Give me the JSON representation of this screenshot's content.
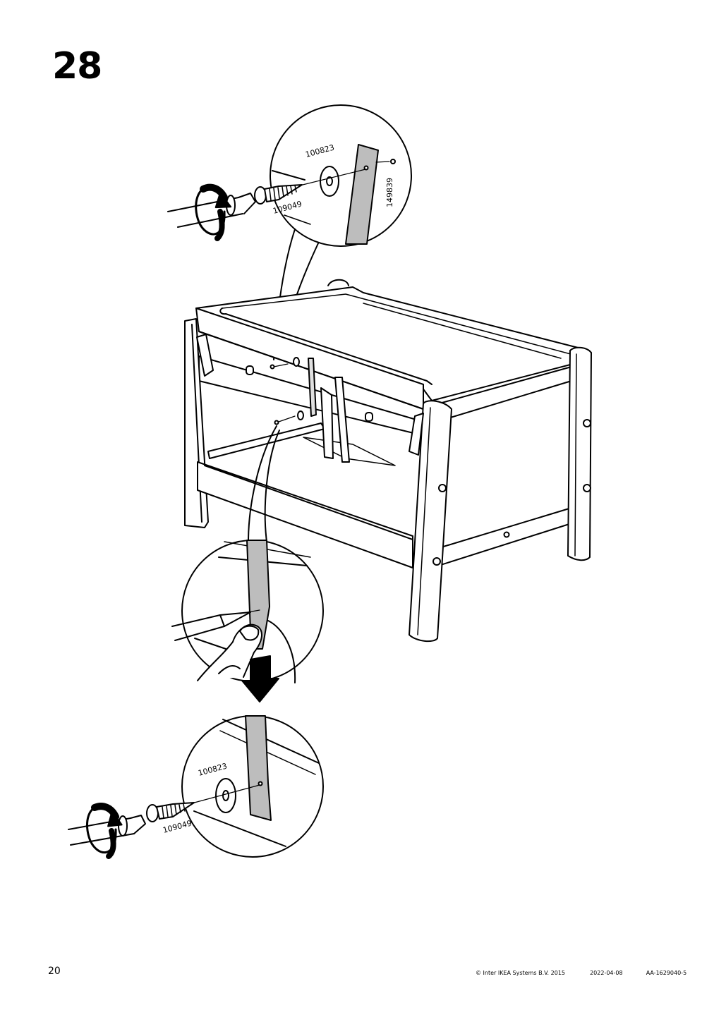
{
  "step": {
    "number": "28"
  },
  "parts": {
    "washer_top": "100823",
    "screw_top": "109049",
    "strip": "149839",
    "washer_bottom": "100823",
    "screw_bottom": "109049"
  },
  "footer": {
    "page_number": "20",
    "copyright": "© Inter IKEA Systems B.V. 2015",
    "date": "2022-04-08",
    "doc_id": "AA-1629040-5"
  }
}
